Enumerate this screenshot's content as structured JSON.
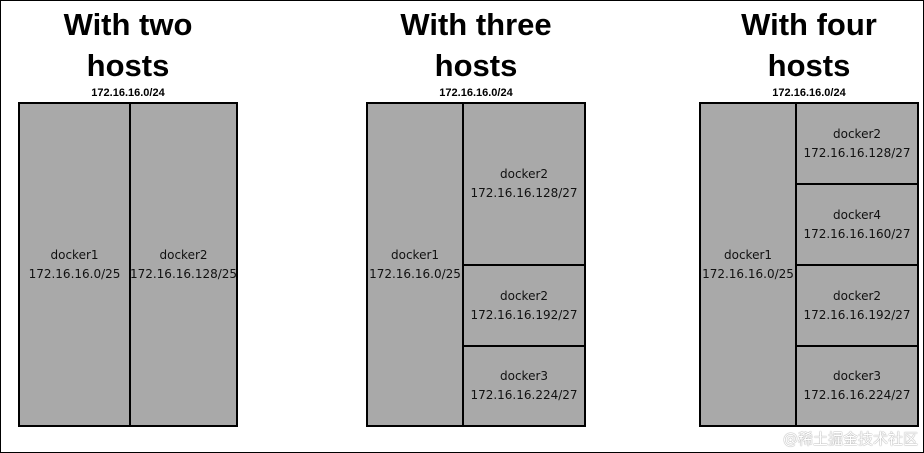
{
  "panels": [
    {
      "title_line1": "With two",
      "title_line2": "hosts",
      "network": "172.16.16.0/24",
      "left": {
        "host": "docker1",
        "subnet": "172.16.16.0/25"
      },
      "right": [
        {
          "host": "docker2",
          "subnet": "172.16.16.128/25"
        }
      ]
    },
    {
      "title_line1": "With three",
      "title_line2": "hosts",
      "network": "172.16.16.0/24",
      "left": {
        "host": "docker1",
        "subnet": "172.16.16.0/25"
      },
      "right": [
        {
          "host": "docker2",
          "subnet": "172.16.16.128/27"
        },
        {
          "host": "docker2",
          "subnet": "172.16.16.192/27"
        },
        {
          "host": "docker3",
          "subnet": "172.16.16.224/27"
        }
      ]
    },
    {
      "title_line1": "With four",
      "title_line2": "hosts",
      "network": "172.16.16.0/24",
      "left": {
        "host": "docker1",
        "subnet": "172.16.16.0/25"
      },
      "right": [
        {
          "host": "docker2",
          "subnet": "172.16.16.128/27"
        },
        {
          "host": "docker4",
          "subnet": "172.16.16.160/27"
        },
        {
          "host": "docker2",
          "subnet": "172.16.16.192/27"
        },
        {
          "host": "docker3",
          "subnet": "172.16.16.224/27"
        }
      ]
    }
  ],
  "watermark": "@稀土掘金技术社区",
  "colors": {
    "subnet_fill": "#a9a9a9",
    "border": "#000000",
    "background": "#ffffff"
  }
}
